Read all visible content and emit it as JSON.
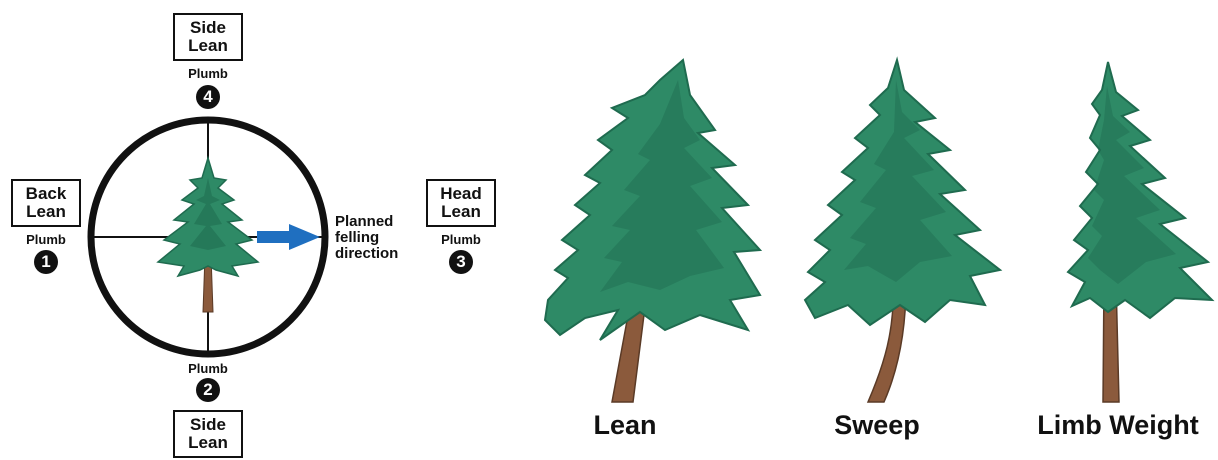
{
  "compass": {
    "side_top": {
      "line1": "Side",
      "line2": "Lean",
      "plumb": "Plumb",
      "number": "4"
    },
    "side_bottom": {
      "line1": "Side",
      "line2": "Lean",
      "plumb": "Plumb",
      "number": "2"
    },
    "back": {
      "line1": "Back",
      "line2": "Lean",
      "plumb": "Plumb",
      "number": "1"
    },
    "head": {
      "line1": "Head",
      "line2": "Lean",
      "plumb": "Plumb",
      "number": "3"
    },
    "felling": {
      "line1": "Planned",
      "line2": "felling",
      "line3": "direction"
    }
  },
  "trees": [
    {
      "label": "Lean"
    },
    {
      "label": "Sweep"
    },
    {
      "label": "Limb Weight"
    }
  ],
  "colors": {
    "foliage": "#2e8a66",
    "foliage_dark": "#1f6b4f",
    "trunk": "#8b5a3c",
    "arrow": "#1f6fc0",
    "outline": "#111111"
  }
}
